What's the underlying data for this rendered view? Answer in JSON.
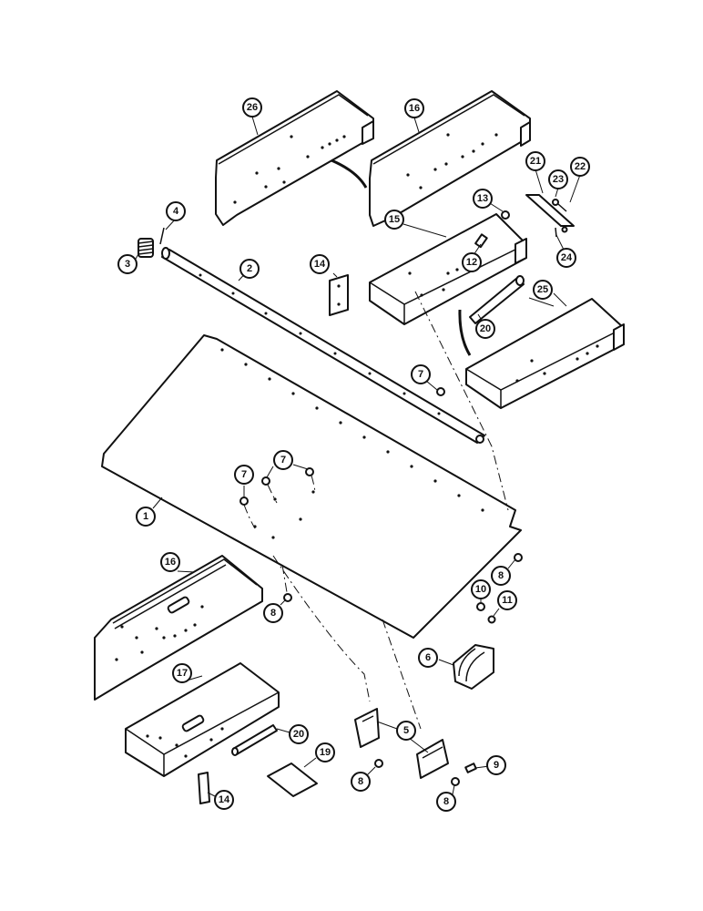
{
  "callouts": {
    "c1": "1",
    "c2": "2",
    "c3": "3",
    "c4": "4",
    "c5": "5",
    "c6": "6",
    "c7a": "7",
    "c7b": "7",
    "c7c": "7",
    "c8a": "8",
    "c8b": "8",
    "c8c": "8",
    "c8d": "8",
    "c9": "9",
    "c10": "10",
    "c11": "11",
    "c12": "12",
    "c13": "13",
    "c14a": "14",
    "c14b": "14",
    "c15": "15",
    "c16a": "16",
    "c16b": "16",
    "c17": "17",
    "c19": "19",
    "c20a": "20",
    "c20b": "20",
    "c21": "21",
    "c22": "22",
    "c23": "23",
    "c24": "24",
    "c25": "25",
    "c26": "26"
  }
}
